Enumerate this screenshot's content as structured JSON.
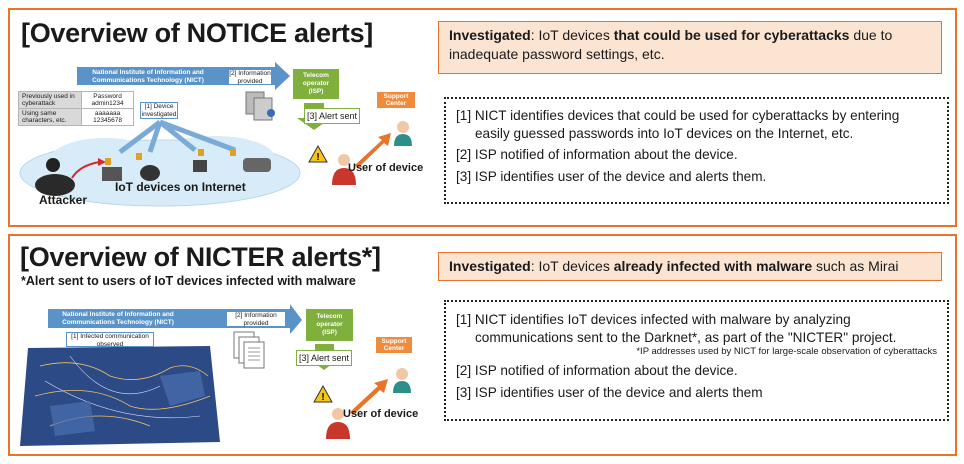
{
  "notice": {
    "title": "[Overview of NOTICE alerts]",
    "investigated": {
      "label": "Investigated",
      "text1": ": IoT devices ",
      "bold": "that could be used for cyberattacks",
      "text2": " due to inadequate password settings, etc."
    },
    "steps": [
      "[1] NICT identifies devices that could be used for cyberattacks by entering easily guessed passwords into IoT devices on the Internet, etc.",
      "[2] ISP notified of information about the device.",
      "[3] ISP identifies user of the device and alerts them."
    ],
    "diagram": {
      "nict": "National Institute of Information and Communications Technology (NICT)",
      "info_provided": "[2] Information provided",
      "isp": "Telecom operator (ISP)",
      "support": "Support Center",
      "device_investigated": "[1] Device investigated",
      "alert_sent": "[3] Alert sent",
      "user": "User of device",
      "iot": "IoT devices on Internet",
      "attacker": "Attacker",
      "cred_rows": [
        [
          "Previously used in cyberattack",
          "Password admin1234"
        ],
        [
          "Using same characters, etc.",
          "aaaaaaa 12345678"
        ]
      ]
    }
  },
  "nicter": {
    "title": "[Overview of NICTER alerts*]",
    "subtitle": "*Alert sent to users of IoT devices infected with malware",
    "investigated": {
      "label": "Investigated",
      "text1": ": IoT devices ",
      "bold": "already infected with malware",
      "text2": " such as Mirai"
    },
    "step1": "[1] NICT identifies IoT devices infected with malware by analyzing communications sent to the Darknet*, as part of the \"NICTER\" project.",
    "footnote": "*IP addresses used by NICT for large-scale observation of cyberattacks",
    "step2": "[2] ISP notified of information about the device.",
    "step3": "[3] ISP identifies user of the device and alerts them",
    "diagram": {
      "nict": "National Institute of Information and Communications Technology (NICT)",
      "info_provided": "[2] Information provided",
      "isp": "Telecom operator (ISP)",
      "support": "Support Center",
      "infected_obs": "[1] Infected communication observed",
      "alert_sent": "[3] Alert sent",
      "user": "User of device"
    }
  },
  "colors": {
    "orange": "#e8742a",
    "peach": "#fce4d3",
    "nict_blue": "#5a93c7",
    "isp_green": "#7faf3c",
    "support_orange": "#f08b3c"
  },
  "icons": [
    "warning-icon",
    "server-icon",
    "document-stack-icon",
    "person-icon",
    "headset-operator-icon",
    "camera-icon",
    "router-icon",
    "lock-icon",
    "map-icon"
  ]
}
